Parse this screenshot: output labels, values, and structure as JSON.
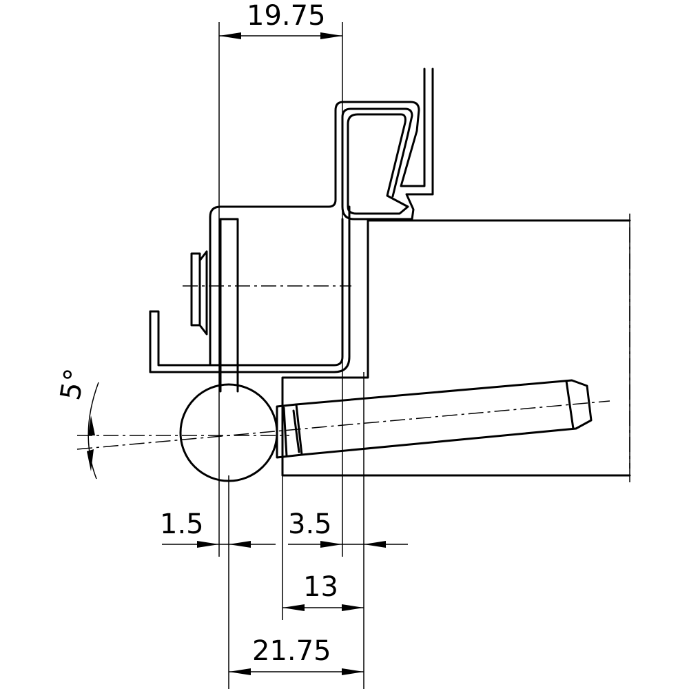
{
  "dimensions": {
    "top_width": "19.75",
    "angle": "5°",
    "left_offset": "1.5",
    "right_offset": "3.5",
    "screw_plate": "13",
    "total_width": "21.75"
  }
}
